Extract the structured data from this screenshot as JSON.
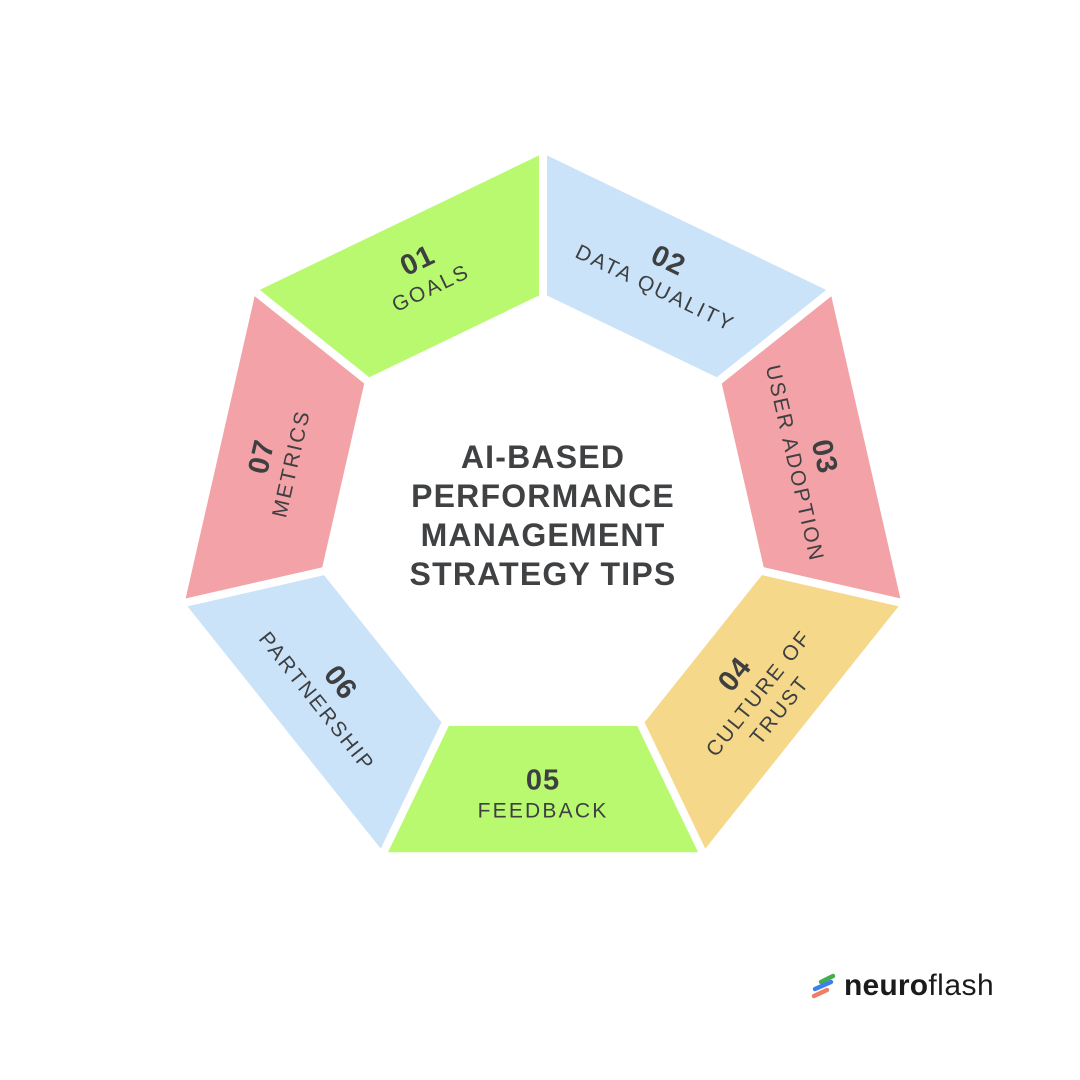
{
  "title": {
    "text": "AI-BASED\nPERFORMANCE\nMANAGEMENT\nSTRATEGY TIPS"
  },
  "segments": [
    {
      "number": "01",
      "label": "GOALS",
      "color": "#b9f96f"
    },
    {
      "number": "02",
      "label": "DATA QUALITY",
      "color": "#cae3f9"
    },
    {
      "number": "03",
      "label": "USER ADOPTION",
      "color": "#f3a2a7"
    },
    {
      "number": "04",
      "label": "CULTURE OF\nTRUST",
      "color": "#f5d88a"
    },
    {
      "number": "05",
      "label": "FEEDBACK",
      "color": "#b9f96f"
    },
    {
      "number": "06",
      "label": "PARTNERSHIP",
      "color": "#cae3f9"
    },
    {
      "number": "07",
      "label": "METRICS",
      "color": "#f3a2a7"
    }
  ],
  "brand": {
    "bold": "neuro",
    "light": "flash",
    "icon": "three-diagonal-strokes-icon",
    "icon_colors": [
      "#46ad4d",
      "#3d7ef0",
      "#ee7f63"
    ]
  },
  "colors": {
    "background": "#ffffff",
    "text": "#3d3f41",
    "separator": "#ffffff"
  }
}
